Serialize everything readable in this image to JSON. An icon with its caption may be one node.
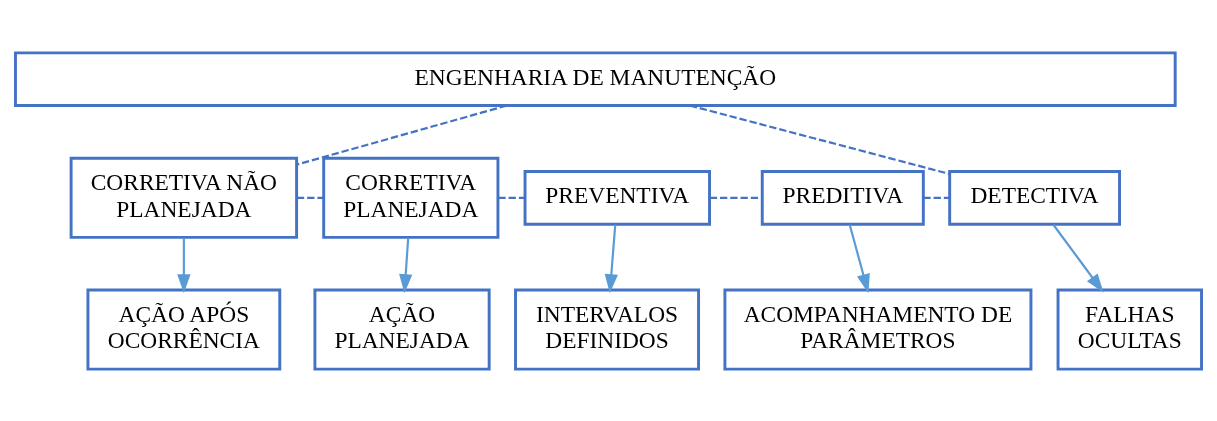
{
  "diagram": {
    "nodes": [
      {
        "text": [
          "ENGENHARIA DE MANUTENÇÃO"
        ]
      },
      {
        "text": [
          "CORRETIVA NÃO PLANEJADA"
        ]
      },
      {
        "text": [
          "CORRETIVA PLANEJADA"
        ]
      },
      {
        "text": [
          "PREVENTIVA"
        ]
      },
      {
        "text": [
          "PREDITIVA"
        ]
      },
      {
        "text": [
          "DETECTIVA"
        ]
      },
      {
        "text": [
          "AÇÃO APÓS OCORRÊNCIA"
        ]
      },
      {
        "text": [
          "AÇÃO PLANEJADA"
        ]
      },
      {
        "text": [
          "INTERVALOS DEFINIDOS"
        ]
      },
      {
        "text": [
          "ACOMPANHAMENTO DE PARÂMETROS"
        ]
      },
      {
        "text": [
          "FALHAS OCULTAS"
        ]
      }
    ],
    "edges": [
      {
        "from": 0,
        "to": 1,
        "arrow": "none",
        "style": "dashed"
      },
      {
        "from": 0,
        "to": 5,
        "arrow": "none",
        "style": "dashed"
      },
      {
        "from": 1,
        "to": 2,
        "arrow": "none",
        "style": "dashed"
      },
      {
        "from": 2,
        "to": 3,
        "arrow": "none",
        "style": "dashed"
      },
      {
        "from": 3,
        "to": 4,
        "arrow": "none",
        "style": "dashed"
      },
      {
        "from": 4,
        "to": 5,
        "arrow": "none",
        "style": "dashed"
      },
      {
        "from": 1,
        "to": 6,
        "arrow": "to",
        "color": "#5b9bd5"
      },
      {
        "from": 2,
        "to": 7,
        "arrow": "to",
        "color": "#5b9bd5"
      },
      {
        "from": 3,
        "to": 8,
        "arrow": "to",
        "color": "#5b9bd5"
      },
      {
        "from": 4,
        "to": 9,
        "arrow": "to",
        "color": "#5b9bd5"
      },
      {
        "from": 5,
        "to": 10,
        "arrow": "to",
        "color": "#5b9bd5"
      }
    ]
  }
}
